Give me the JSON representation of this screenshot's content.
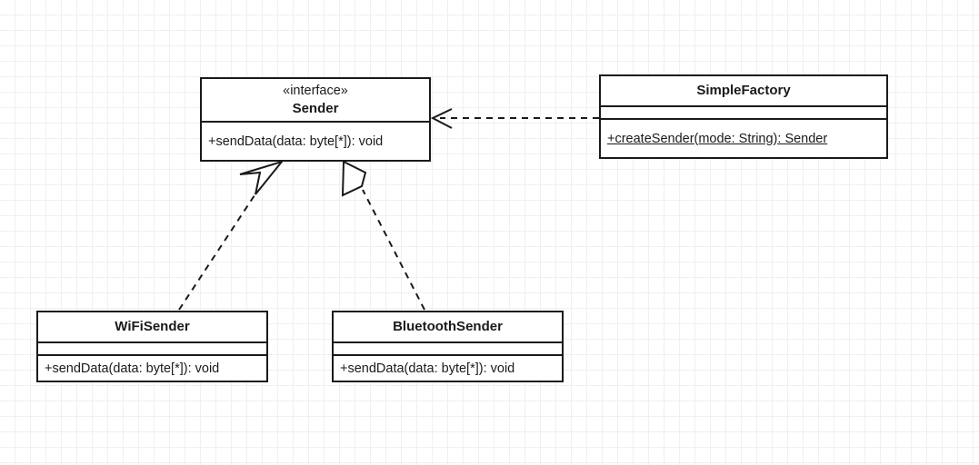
{
  "diagram": {
    "title": "Simple Factory UML class diagram",
    "type": "uml-class-diagram",
    "background": "#ffffff",
    "grid_color": "#eef0f2",
    "line_color": "#1a1a1a"
  },
  "classes": [
    {
      "id": "sender",
      "stereotype": "«interface»",
      "name": "Sender",
      "attributes": [],
      "operations": [
        {
          "text": "+sendData(data: byte[*]): void",
          "static": false
        }
      ]
    },
    {
      "id": "simplefactory",
      "stereotype": "",
      "name": "SimpleFactory",
      "attributes": [],
      "operations": [
        {
          "text": "+createSender(mode: String): Sender",
          "static": true
        }
      ]
    },
    {
      "id": "wifisender",
      "stereotype": "",
      "name": "WiFiSender",
      "attributes": [],
      "operations": [
        {
          "text": "+sendData(data: byte[*]): void",
          "static": false
        }
      ]
    },
    {
      "id": "bluetoothsender",
      "stereotype": "",
      "name": "BluetoothSender",
      "attributes": [],
      "operations": [
        {
          "text": "+sendData(data: byte[*]): void",
          "static": false
        }
      ]
    }
  ],
  "relationships": [
    {
      "id": "rel-factory-sender",
      "kind": "dependency",
      "style": "dashed",
      "arrowhead": "open",
      "from": "simplefactory",
      "to": "sender"
    },
    {
      "id": "rel-wifi-sender",
      "kind": "realization",
      "style": "dashed",
      "arrowhead": "hollow-triangle",
      "from": "wifisender",
      "to": "sender"
    },
    {
      "id": "rel-bluetooth-sender",
      "kind": "realization",
      "style": "dashed",
      "arrowhead": "hollow-triangle",
      "from": "bluetoothsender",
      "to": "sender"
    }
  ]
}
